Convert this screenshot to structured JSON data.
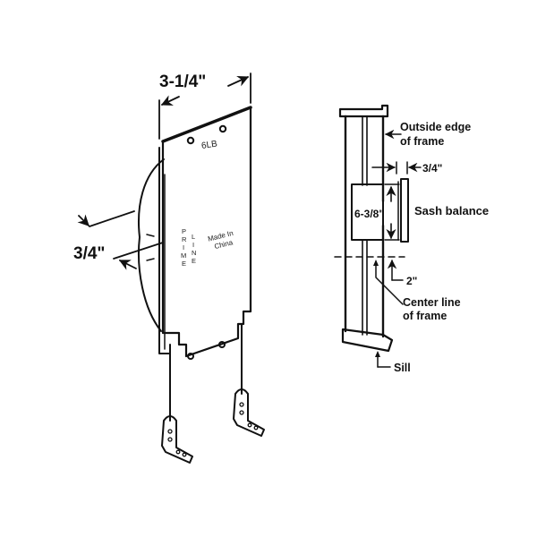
{
  "diagram": {
    "title": "Sash balance installation diagram",
    "colors": {
      "ink": "#111111",
      "background": "#ffffff"
    },
    "left_view": {
      "dimension_width": "3-1/4\"",
      "dimension_depth": "3/4\"",
      "plate_marking": "6LB",
      "brand_text_col1": [
        "P",
        "R",
        "I",
        "M",
        "E"
      ],
      "brand_text_col2": [
        "L",
        "I",
        "N",
        "E"
      ],
      "origin_line1": "Made In",
      "origin_line2": "China"
    },
    "right_view": {
      "callout_outside_edge_line1": "Outside edge",
      "callout_outside_edge_line2": "of frame",
      "dimension_offset": "3/4\"",
      "dimension_height": "6-3/8\"",
      "callout_sash_balance": "Sash balance",
      "dimension_centerline_offset": "2\"",
      "callout_center_line1": "Center line",
      "callout_center_line2": "of frame",
      "callout_sill": "Sill"
    }
  }
}
